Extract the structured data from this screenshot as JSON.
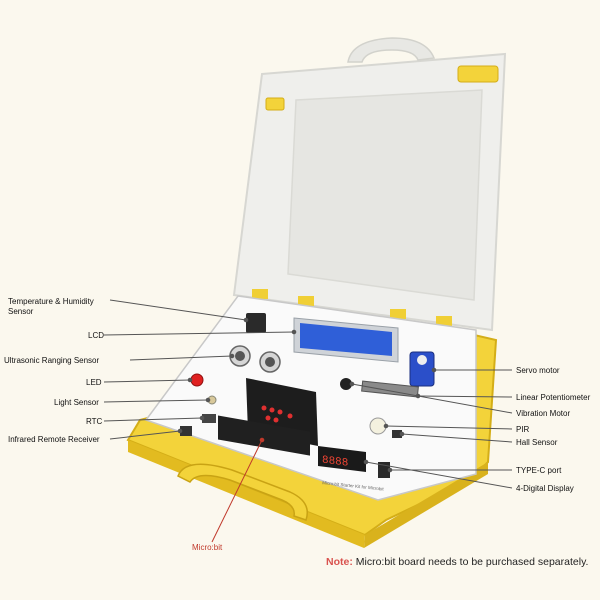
{
  "labels": {
    "temp_humidity": "Temperature & Humidity\nSensor",
    "lcd": "LCD",
    "ultrasonic": "Ultrasonic Ranging Sensor",
    "led": "LED",
    "light_sensor": "Light Sensor",
    "rtc": "RTC",
    "ir_receiver": "Infrared Remote Receiver",
    "servo_motor": "Servo motor",
    "linear_potentiometer": "Linear Potentiometer",
    "vibration_motor": "Vibration Motor",
    "pir": "PIR",
    "hall_sensor": "Hall Sensor",
    "typec_port": "TYPE-C port",
    "four_digit_display": "4-Digital Display",
    "microbit": "Micro:bit"
  },
  "note": {
    "prefix": "Note:",
    "text": " Micro:bit board needs to be purchased separately."
  },
  "board": {
    "seven_segment": "8888",
    "bottom_caption": "Micro:bit Starter Kit for Microbit"
  },
  "colors": {
    "background": "#fbf8ee",
    "case_yellow": "#f3d33a",
    "case_yellow_dark": "#d4ae17",
    "lid": "#eeeeec",
    "lcd_blue": "#2f5fd8",
    "label_red": "#c0392b",
    "leader_line": "#555555"
  }
}
